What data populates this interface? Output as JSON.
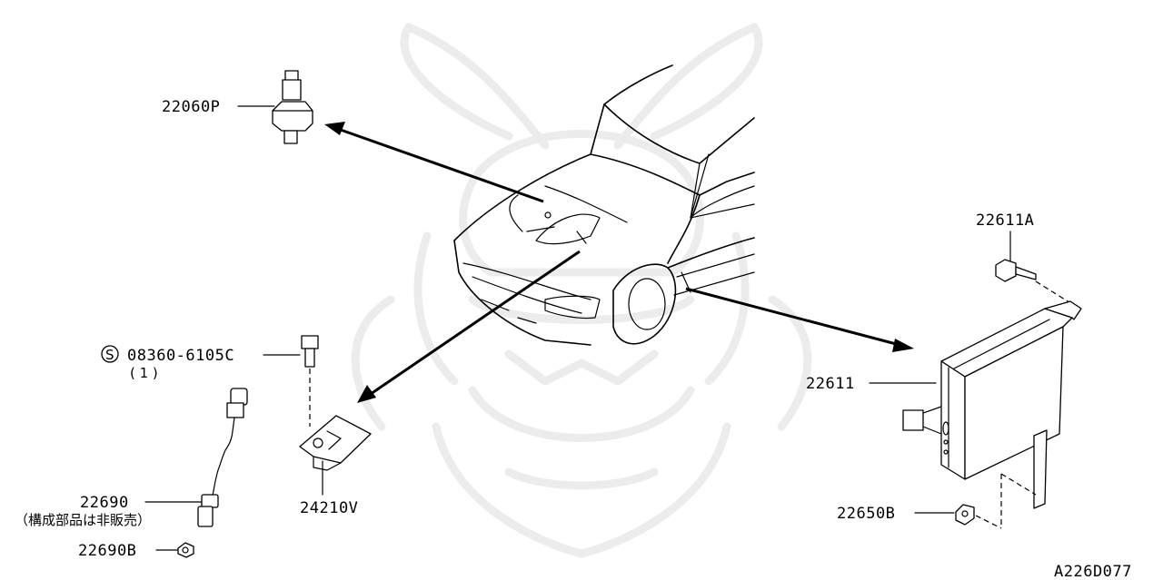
{
  "labels": {
    "knock_sensor": "22060P",
    "bolt_screw": "08360-6105C",
    "bolt_qty": "( 1 )",
    "sensor_lead": "22690",
    "sensor_note": "（構成部品は非販売）",
    "sensor_nut": "22690B",
    "bracket": "24210V",
    "ecm_bolt": "22611A",
    "ecm": "22611",
    "ecm_nut": "22650B",
    "drawing_code": "A226D077",
    "s_mark": "S"
  },
  "colors": {
    "line": "#000000",
    "watermark": "#ececec",
    "background": "#ffffff"
  },
  "icons": {
    "screw_mark": "circled-s-icon"
  }
}
